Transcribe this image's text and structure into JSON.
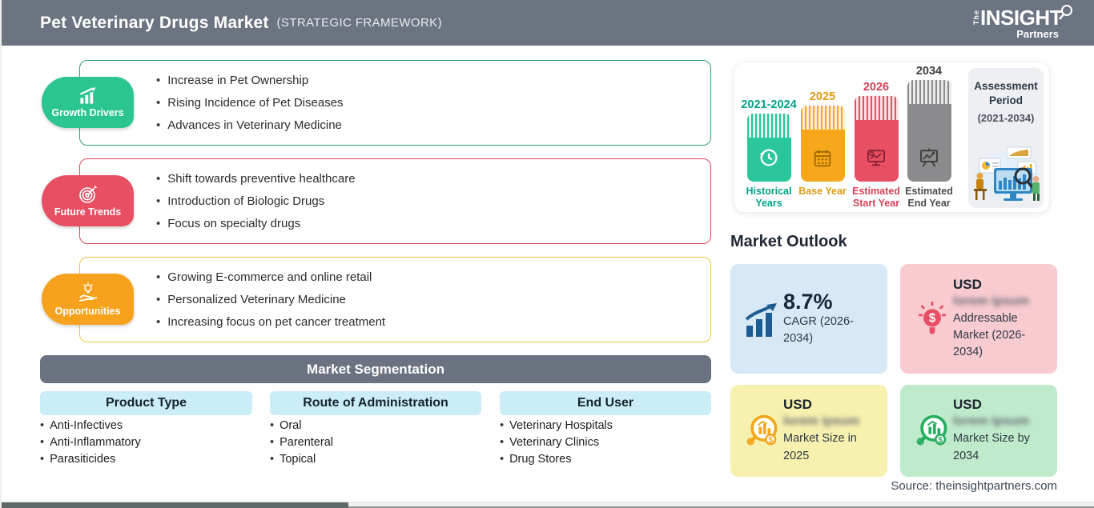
{
  "header": {
    "title": "Pet Veterinary Drugs Market",
    "subtitle": "(STRATEGIC FRAMEWORK)",
    "logo": {
      "the": "The",
      "insight": "INSIGHT",
      "partners": "Partners"
    }
  },
  "colors": {
    "header_bg": "#6B7480",
    "growth_green": "#2BC68F",
    "trends_red": "#E84F63",
    "opportunities_orange": "#F6A21D",
    "chip_cyan": "#CBEDF8",
    "card_blue": "#D7E9F6",
    "card_pink": "#F8CBD1",
    "card_yellow": "#F7F1AF",
    "card_green": "#BFEBCC",
    "bar_gray": "#8B8B8D"
  },
  "drivers_sections": [
    {
      "label": "Growth Drivers",
      "icon": "bar-chart-growth-icon",
      "items": [
        "Increase in Pet Ownership",
        "Rising Incidence of Pet Diseases",
        "Advances in Veterinary Medicine"
      ]
    },
    {
      "label": "Future Trends",
      "icon": "target-dart-icon",
      "items": [
        "Shift towards preventive healthcare",
        "Introduction of Biologic Drugs",
        "Focus on specialty drugs"
      ]
    },
    {
      "label": "Opportunities",
      "icon": "hand-bulb-icon",
      "items": [
        "Growing E-commerce and online retail",
        "Personalized Veterinary Medicine",
        "Increasing focus on pet cancer treatment"
      ]
    }
  ],
  "segmentation": {
    "title": "Market Segmentation",
    "columns": [
      {
        "header": "Product Type",
        "items": [
          "Anti-Infectives",
          "Anti-Inflammatory",
          "Parasiticides"
        ]
      },
      {
        "header": "Route of Administration",
        "items": [
          "Oral",
          "Parenteral",
          "Topical"
        ]
      },
      {
        "header": "End User",
        "items": [
          "Veterinary Hospitals",
          "Veterinary Clinics",
          "Drug Stores"
        ]
      }
    ]
  },
  "timeline": {
    "bars": [
      {
        "year": "2021-2024",
        "caption": "Historical Years",
        "icon": "history-clock-icon"
      },
      {
        "year": "2025",
        "caption": "Base Year",
        "icon": "calendar-icon"
      },
      {
        "year": "2026",
        "caption": "Estimated Start Year",
        "icon": "monitor-gear-icon"
      },
      {
        "year": "2034",
        "caption": "Estimated End Year",
        "icon": "presentation-board-icon"
      }
    ],
    "assessment": {
      "line1": "Assessment Period",
      "line3": "(2021-2034)"
    }
  },
  "market_outlook": {
    "title": "Market Outlook",
    "cards": [
      {
        "value": "8.7%",
        "label": "CAGR (2026-2034)",
        "icon": "growth-bars-arrow-icon"
      },
      {
        "value": "USD",
        "blurred": "lorem ipsum",
        "label": "Addressable Market (2026-2034)",
        "icon": "bulb-dollar-icon"
      },
      {
        "value": "USD",
        "blurred": "lorem ipsum",
        "label": "Market Size in 2025",
        "icon": "magnifier-chart-icon"
      },
      {
        "value": "USD",
        "blurred": "lorem ipsum",
        "label": "Market Size by 2034",
        "icon": "magnifier-chart-icon"
      }
    ]
  },
  "source": "Source: theinsightpartners.com"
}
